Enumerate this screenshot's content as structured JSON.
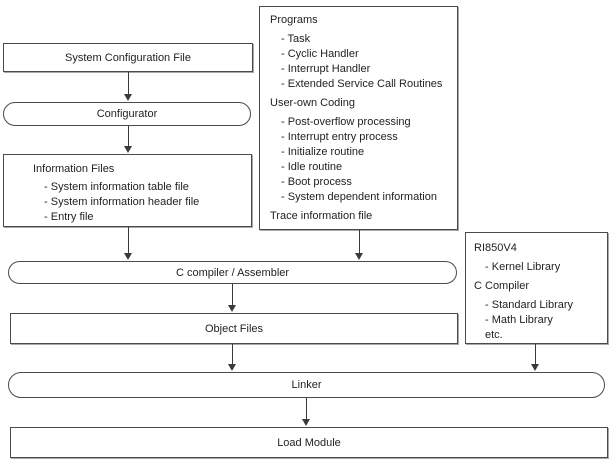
{
  "diagram": {
    "background_color": "#ffffff",
    "border_color": "#4a4a4a",
    "shadow_color": "#a8a8a8",
    "text_color": "#1f1f1f",
    "arrow_color": "#3a3a3a"
  },
  "nodes": {
    "system_config_file": {
      "label": "System Configuration File"
    },
    "configurator": {
      "label": "Configurator"
    },
    "information_files": {
      "title": "Information Files",
      "items": [
        "System information table file",
        "System information header file",
        "Entry file"
      ]
    },
    "programs": {
      "sections": [
        {
          "title": "Programs",
          "items": [
            "Task",
            "Cyclic Handler",
            "Interrupt Handler",
            "Extended Service Call Routines"
          ]
        },
        {
          "title": "User-own Coding",
          "items": [
            "Post-overflow processing",
            "Interrupt entry process",
            "Initialize routine",
            "Idle routine",
            "Boot process",
            "System dependent information"
          ]
        },
        {
          "title": "Trace information file",
          "items": []
        }
      ]
    },
    "c_compiler": {
      "label": "C compiler / Assembler"
    },
    "libraries": {
      "sections": [
        {
          "title": "RI850V4",
          "items": [
            "Kernel Library"
          ]
        },
        {
          "title": "C Compiler",
          "items": [
            "Standard Library",
            "Math Library"
          ],
          "suffix": "etc."
        }
      ]
    },
    "object_files": {
      "label": "Object Files"
    },
    "linker": {
      "label": "Linker"
    },
    "load_module": {
      "label": "Load Module"
    }
  }
}
